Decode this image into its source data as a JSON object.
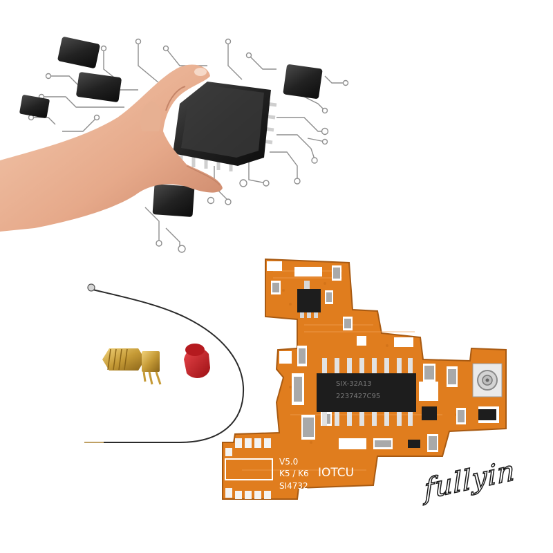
{
  "board": {
    "chip_marking_line1": "SIX-32A13",
    "chip_marking_line2": "2237427C95",
    "version": "V5.0",
    "models": "K5 / K6",
    "brand": "IOTCU",
    "chip_name": "SI4732"
  },
  "watermark": {
    "text": "fullyin"
  },
  "colors": {
    "pcb": "#e07d1e",
    "pcb_dark": "#b85f10",
    "silkscreen": "#ffffff",
    "chip": "#1d1d1d",
    "cap": "#d01e22"
  },
  "objects": [
    "hand-holding-chip",
    "circuit-traces",
    "pcb-module",
    "antenna-cable",
    "sma-connector",
    "red-dust-cap"
  ]
}
